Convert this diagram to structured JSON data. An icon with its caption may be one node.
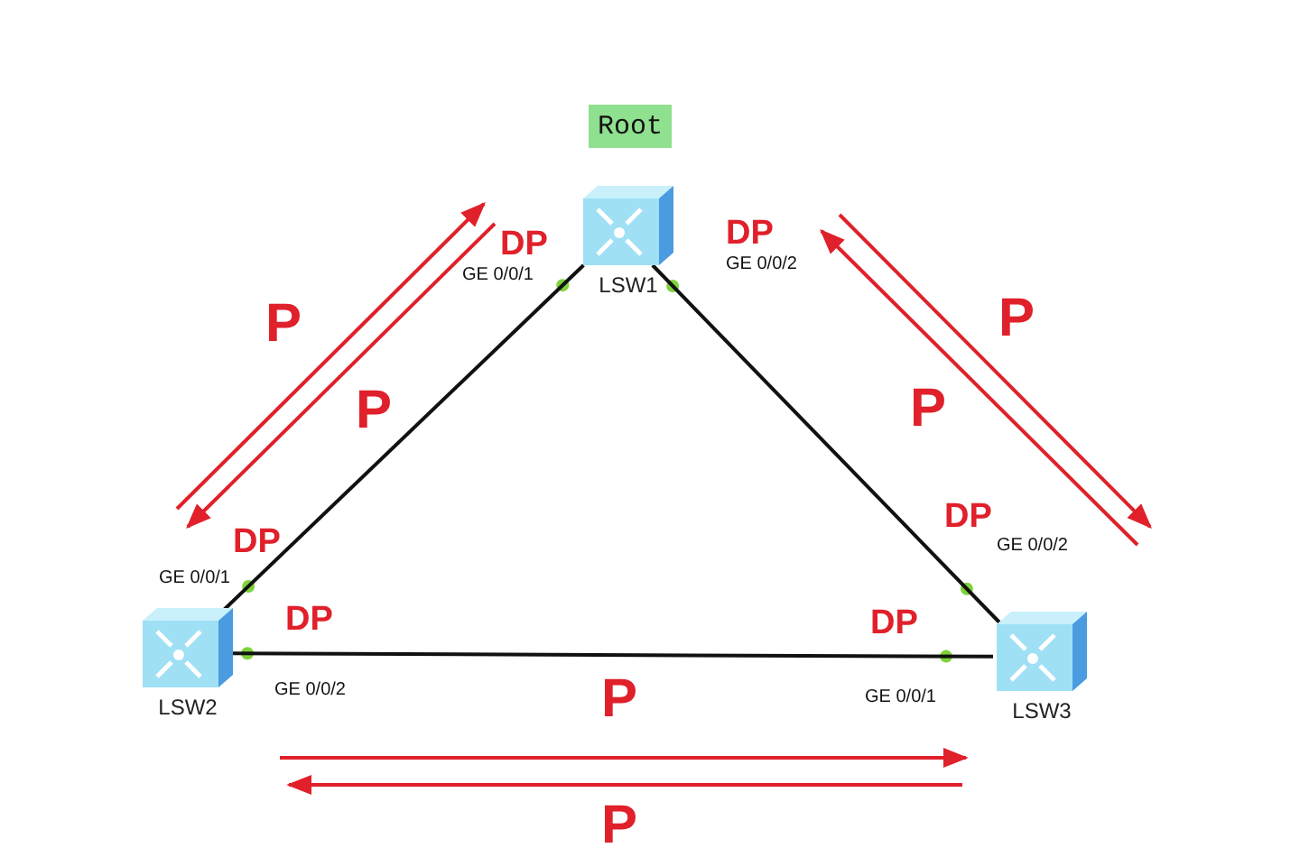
{
  "diagram": {
    "nodes": [
      {
        "text": [
          "Root"
        ]
      },
      {
        "text": [
          "LSW1"
        ]
      },
      {
        "text": [
          "LSW2"
        ]
      },
      {
        "text": [
          "LSW3"
        ]
      }
    ],
    "edges": [
      {
        "from": 1,
        "to": 2,
        "arrow": "none"
      },
      {
        "from": 1,
        "to": 3,
        "arrow": "none"
      },
      {
        "from": 2,
        "to": 3,
        "arrow": "none"
      }
    ],
    "labels": [
      "DP",
      "GE 0/0/1",
      "DP",
      "GE 0/0/2",
      "P",
      "P",
      "P",
      "P",
      "DP",
      "DP",
      "GE 0/0/2",
      "GE 0/0/1",
      "DP",
      "DP",
      "P",
      "GE 0/0/2",
      "GE 0/0/1",
      "P"
    ]
  }
}
